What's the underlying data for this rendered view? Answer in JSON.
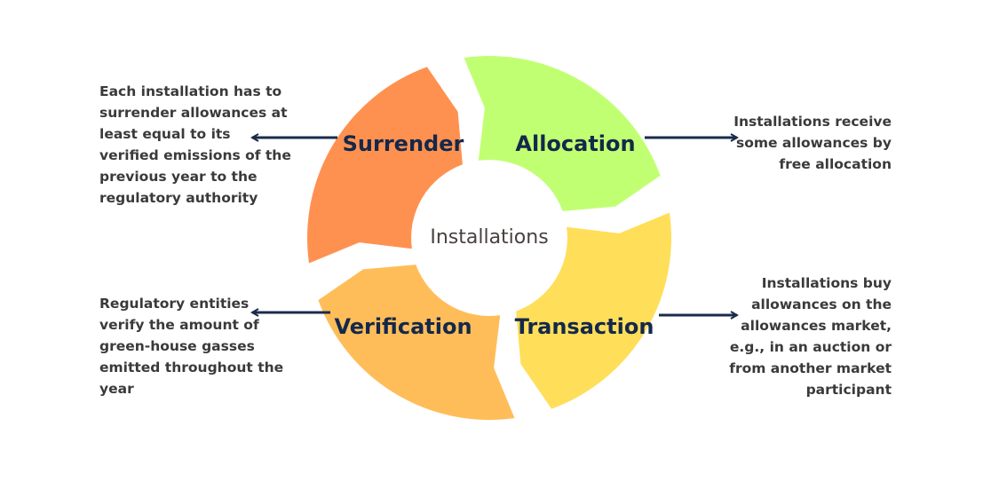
{
  "center": {
    "label": "Installations"
  },
  "segments": [
    {
      "id": "surrender",
      "label": "Surrender",
      "color": "#ff9150"
    },
    {
      "id": "allocation",
      "label": "Allocation",
      "color": "#c1ff72"
    },
    {
      "id": "transaction",
      "label": "Transaction",
      "color": "#ffde59"
    },
    {
      "id": "verification",
      "label": "Verification",
      "color": "#ffbd59"
    }
  ],
  "descriptions": {
    "surrender": [
      "Each installation has to",
      "surrender allowances at",
      "least equal to its",
      "verified emissions of the",
      "previous year to the",
      "regulatory authority"
    ],
    "allocation": [
      "Installations receive",
      "some allowances by",
      "free allocation"
    ],
    "transaction": [
      "Installations buy",
      "allowances on the",
      "allowances market,",
      "e.g., in an auction or",
      "from another market",
      "participant"
    ],
    "verification": [
      "Regulatory entities",
      "verify the amount of",
      "green-house gasses",
      "emitted throughout the",
      "year"
    ]
  },
  "colors": {
    "arrow": "#1a2b4c",
    "text": "#3a3a3a",
    "label": "#14284a"
  }
}
